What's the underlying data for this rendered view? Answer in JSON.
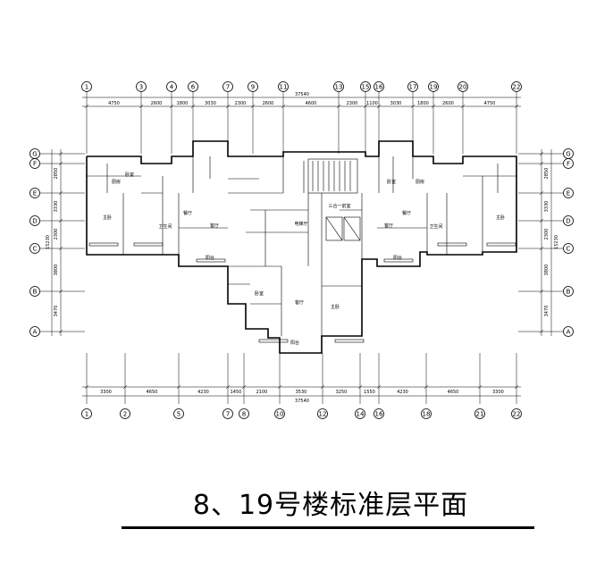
{
  "title": "8、19号楼标准层平面",
  "axes": {
    "top_numbers": [
      "1",
      "3",
      "4",
      "6",
      "7",
      "9",
      "11",
      "13",
      "15",
      "16",
      "17",
      "19",
      "20",
      "22"
    ],
    "bottom_numbers": [
      "1",
      "2",
      "5",
      "7",
      "8",
      "10",
      "12",
      "14",
      "16",
      "18",
      "21",
      "22"
    ],
    "left_letters": [
      "G",
      "F",
      "E",
      "D",
      "C",
      "B",
      "A"
    ],
    "right_letters": [
      "G",
      "F",
      "E",
      "D",
      "C",
      "B",
      "A"
    ]
  },
  "dimensions": {
    "top_total": "37540",
    "top_segments": [
      "4750",
      "2600",
      "1800",
      "3030",
      "2300",
      "2600",
      "4600",
      "2300",
      "1100",
      "3030",
      "1800",
      "2600",
      "4750"
    ],
    "bottom_total": "37540",
    "bottom_segments": [
      "3300",
      "4650",
      "4230",
      "1450",
      "2100",
      "3530",
      "3250",
      "1550",
      "4230",
      "4650",
      "3300"
    ],
    "left_vertical": [
      "2850",
      "3330",
      "2300",
      "3800",
      "3470"
    ],
    "left_total": "15230",
    "right_vertical": [
      "2850",
      "3330",
      "2300",
      "3800",
      "3470"
    ],
    "right_total": "15230"
  },
  "rooms": [
    "卧室",
    "厨房",
    "主卧",
    "客厅",
    "阳台",
    "卫生间",
    "餐厅",
    "卧室",
    "厨房",
    "主卧",
    "客厅",
    "阳台",
    "卫生间",
    "餐厅",
    "三合一前室",
    "电梯厅",
    "卧室",
    "客厅",
    "主卧",
    "阳台"
  ]
}
